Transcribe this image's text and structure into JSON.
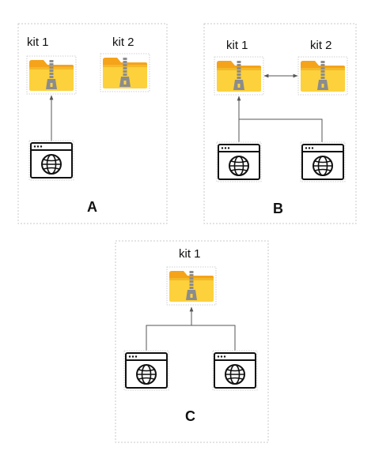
{
  "panels": [
    {
      "label": "A",
      "kits": [
        {
          "label": "kit 1",
          "icon": "zipped-folder-icon"
        },
        {
          "label": "kit 2",
          "icon": "zipped-folder-icon"
        }
      ],
      "browsers": [
        {
          "icon": "browser-globe-icon"
        }
      ]
    },
    {
      "label": "B",
      "kits": [
        {
          "label": "kit 1",
          "icon": "zipped-folder-icon"
        },
        {
          "label": "kit 2",
          "icon": "zipped-folder-icon"
        }
      ],
      "browsers": [
        {
          "icon": "browser-globe-icon"
        },
        {
          "icon": "browser-globe-icon"
        }
      ]
    },
    {
      "label": "C",
      "kits": [
        {
          "label": "kit 1",
          "icon": "zipped-folder-icon"
        }
      ],
      "browsers": [
        {
          "icon": "browser-globe-icon"
        },
        {
          "icon": "browser-globe-icon"
        }
      ]
    }
  ],
  "colors": {
    "folder_back": "#f5a31a",
    "folder_front": "#fcd13c",
    "zipper": "#8c8c8c",
    "frame": "#c9c9c9",
    "line": "#555555",
    "browser_stroke": "#111111"
  }
}
